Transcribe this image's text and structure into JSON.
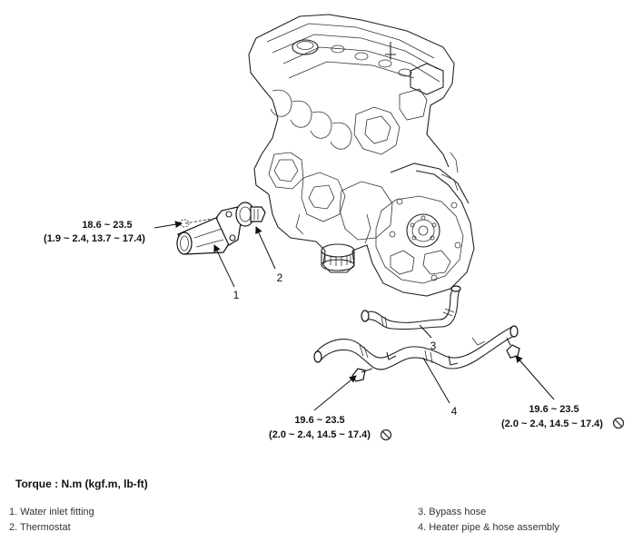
{
  "torque_specs": {
    "inlet_fitting": {
      "nm": "18.6 ~ 23.5",
      "alt": "(1.9 ~ 2.4, 13.7 ~ 17.4)"
    },
    "heater_left": {
      "nm": "19.6 ~ 23.5",
      "alt": "(2.0 ~ 2.4, 14.5 ~ 17.4)"
    },
    "heater_right": {
      "nm": "19.6 ~ 23.5",
      "alt": "(2.0 ~ 2.4, 14.5 ~ 17.4)"
    }
  },
  "callouts": {
    "c1": "1",
    "c2": "2",
    "c3": "3",
    "c4": "4"
  },
  "torque_unit": "Torque : N.m (kgf.m, lb-ft)",
  "legend": {
    "item1": "1. Water inlet fitting",
    "item2": "2. Thermostat",
    "item3": "3. Bypass hose",
    "item4": "4. Heater pipe & hose assembly"
  },
  "icons": {
    "no_reuse": "prohibited-circle-icon"
  }
}
